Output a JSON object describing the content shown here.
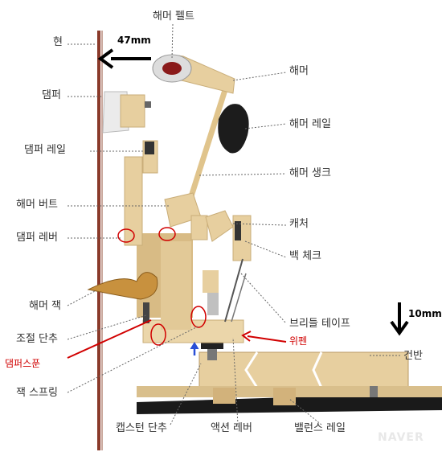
{
  "labels": {
    "hammer_felt": "해머 펠트",
    "string": "현",
    "distance_top": "47mm",
    "hammer": "해머",
    "damper": "댐퍼",
    "hammer_rail": "해머 레일",
    "damper_rail": "댐퍼 레일",
    "hammer_shank": "해머 생크",
    "hammer_butt": "해머 버트",
    "catcher": "캐처",
    "damper_lever": "댐퍼 레버",
    "back_check": "백 체크",
    "hammer_jack": "해머 잭",
    "bridle_tape": "브리들 테이프",
    "distance_side": "10mm",
    "regulating_button": "조절 단추",
    "wippen": "위펜",
    "damper_spoon": "댐퍼스푼",
    "key": "건반",
    "jack_spring": "잭 스프링",
    "capstan_button": "캡스턴 단추",
    "action_lever": "액션 레버",
    "balance_rail": "밸런스 레일"
  },
  "watermark": "NAVER",
  "colors": {
    "wood": "#e7cf9f",
    "wood_dark": "#cfb27c",
    "string": "#8a3a2a",
    "annotation_red": "#d10000",
    "arrow_blue": "#2a4fd6"
  }
}
